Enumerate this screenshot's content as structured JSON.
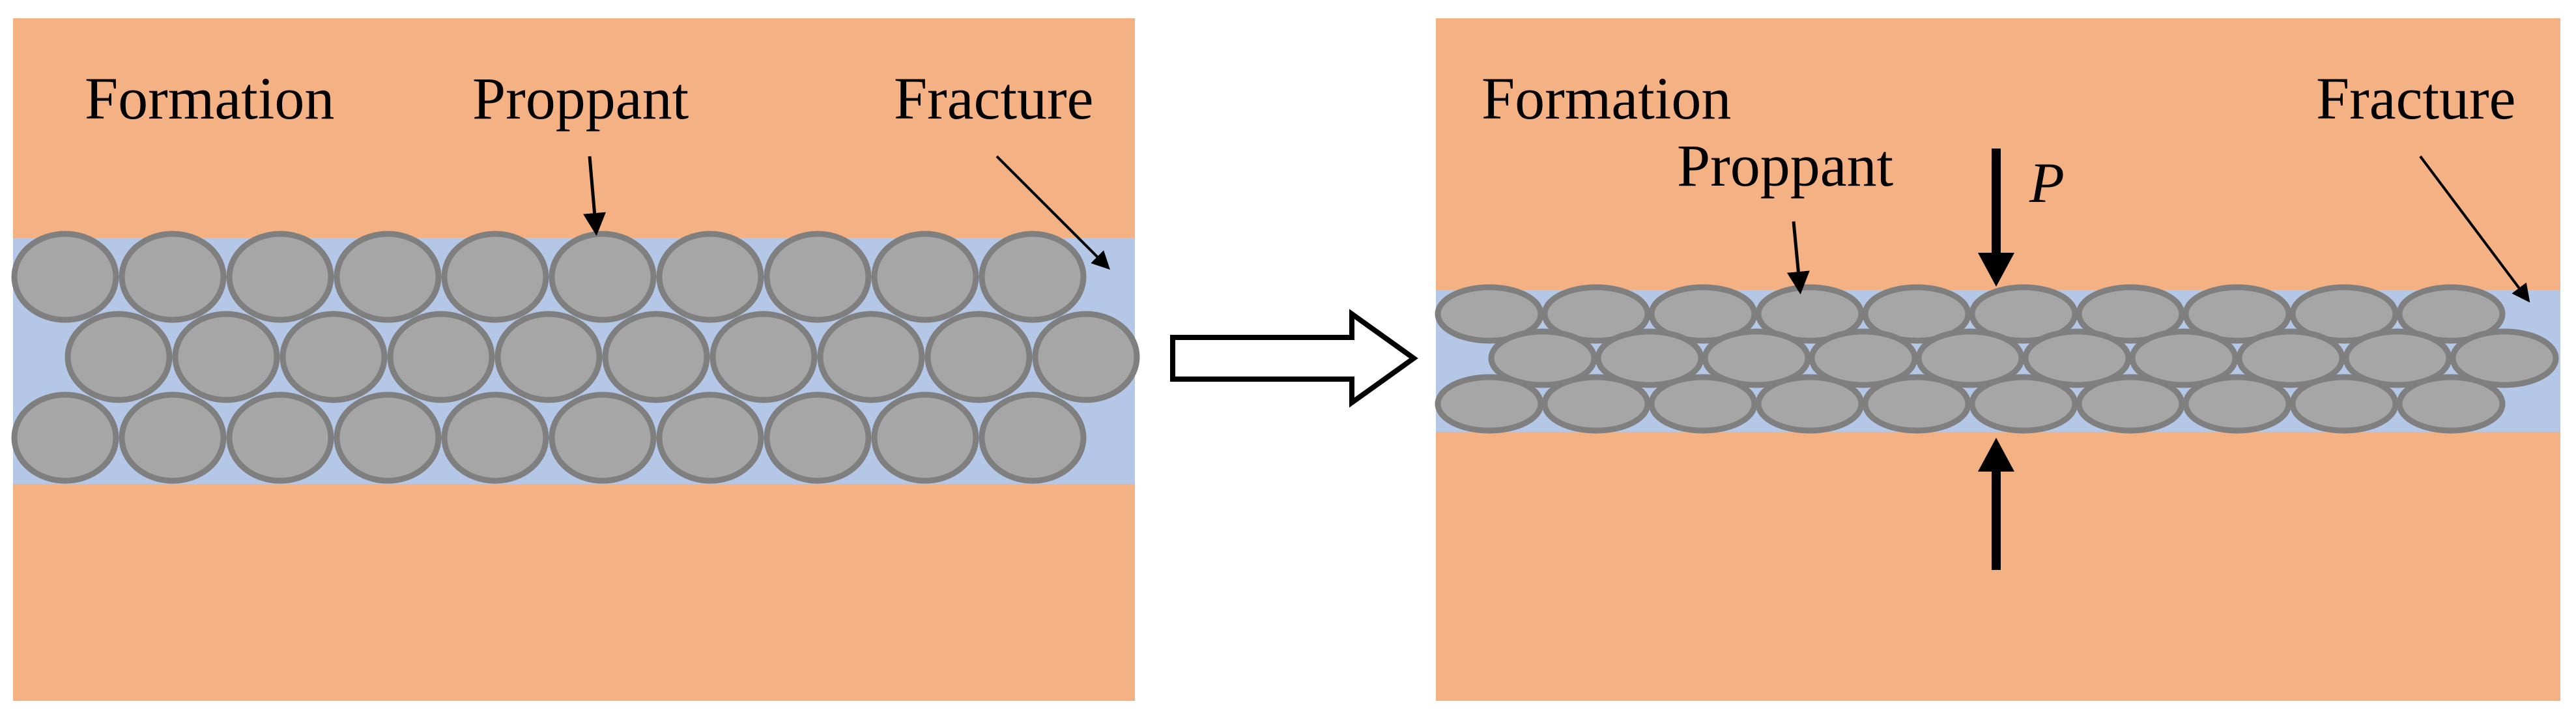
{
  "left_panel": {
    "formation_label": "Formation",
    "proppant_label": "Proppant",
    "fracture_label": "Fracture"
  },
  "right_panel": {
    "formation_label": "Formation",
    "proppant_label": "Proppant",
    "fracture_label": "Fracture",
    "pressure_label": "P"
  },
  "colors": {
    "formation": "#F4B183",
    "fracture": "#B4C7E7",
    "proppant_fill": "#A6A6A6",
    "proppant_stroke": "#7F7F7F",
    "arrow": "#000000"
  },
  "icons": {
    "transition": "hollow-right-arrow",
    "pressure": "compression-arrows"
  }
}
